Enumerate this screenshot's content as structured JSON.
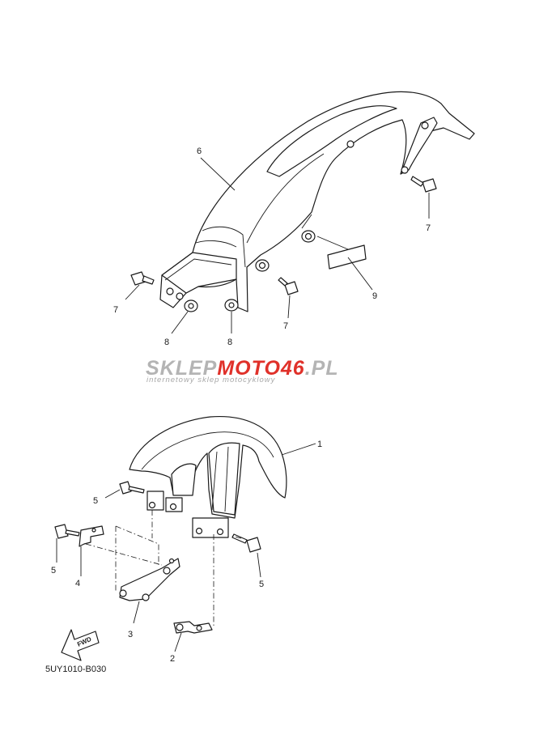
{
  "diagram": {
    "code": "5UY1010-B030",
    "fwd_label": "FWD",
    "callouts": {
      "p1": "1",
      "p2": "2",
      "p3": "3",
      "p4": "4",
      "p5a": "5",
      "p5b": "5",
      "p5c": "5",
      "p6": "6",
      "p7a": "7",
      "p7b": "7",
      "p7c": "7",
      "p8a": "8",
      "p8b": "8",
      "p9": "9"
    }
  },
  "watermark": {
    "part1": "SKLEP",
    "part2": "MOTO",
    "part3": "46",
    "part4": ".PL",
    "tagline": "internetowy sklep motocyklowy",
    "colors": {
      "gray": "#b4b4b4",
      "red": "#e0312a",
      "tagline": "#a8a8a8"
    }
  }
}
